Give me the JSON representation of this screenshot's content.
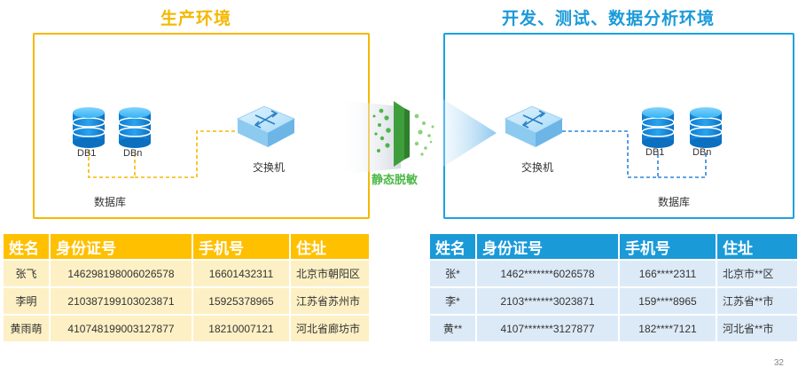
{
  "production": {
    "title": "生产环境",
    "db_labels": [
      "DB1",
      "DBn"
    ],
    "database_label": "数据库",
    "switch_label": "交换机",
    "table": {
      "headers": [
        "姓名",
        "身份证号",
        "手机号",
        "住址"
      ],
      "rows": [
        [
          "张飞",
          "146298198006026578",
          "16601432311",
          "北京市朝阳区"
        ],
        [
          "李明",
          "210387199103023871",
          "15925378965",
          "江苏省苏州市"
        ],
        [
          "黄雨萌",
          "410748199003127877",
          "18210007121",
          "河北省廊坊市"
        ]
      ]
    }
  },
  "masking": {
    "label": "静态脱敏"
  },
  "dev": {
    "title": "开发、测试、数据分析环境",
    "db_labels": [
      "DB1",
      "DBn"
    ],
    "database_label": "数据库",
    "switch_label": "交换机",
    "table": {
      "headers": [
        "姓名",
        "身份证号",
        "手机号",
        "住址"
      ],
      "rows": [
        [
          "张*",
          "1462*******6026578",
          "166****2311",
          "北京市**区"
        ],
        [
          "李*",
          "2103*******3023871",
          "159****8965",
          "江苏省**市"
        ],
        [
          "黄**",
          "4107*******3127877",
          "182****7121",
          "河北省**市"
        ]
      ]
    }
  },
  "page_number": "32",
  "colors": {
    "production_accent": "#f5b800",
    "production_header": "#ffc000",
    "production_row": "#fdf0c4",
    "dev_accent": "#1ba1e2",
    "dev_header": "#1b9ad8",
    "dev_row": "#dceaf7",
    "masking_green": "#4cb848"
  }
}
